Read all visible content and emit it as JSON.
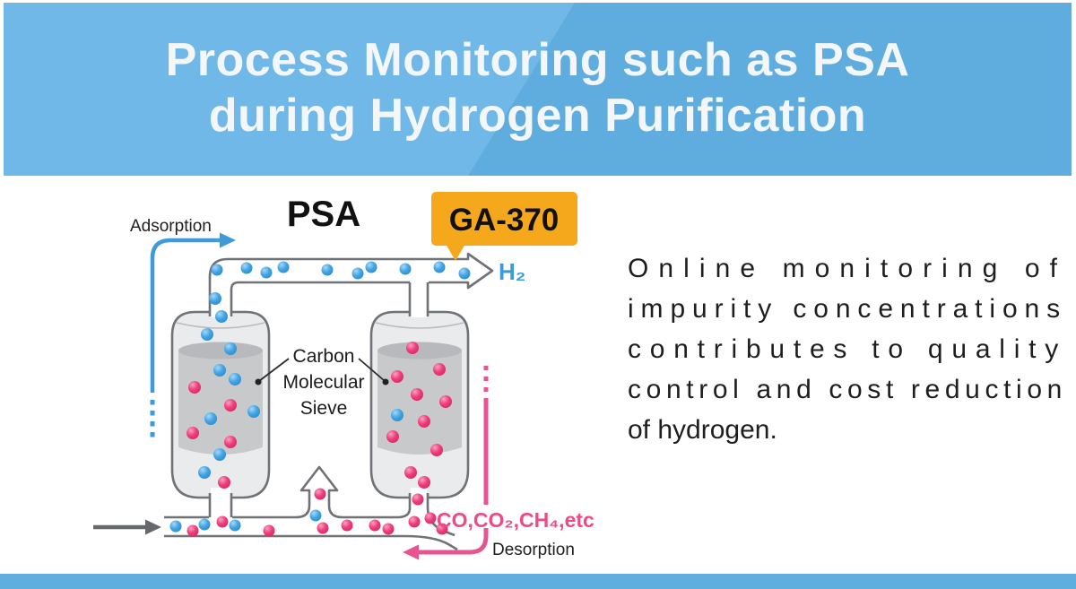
{
  "header": {
    "title_lines": [
      "Process Monitoring such as PSA",
      "during Hydrogen Purification"
    ]
  },
  "description": {
    "lines": [
      "Online monitoring of",
      "impurity concentrations",
      "contributes to quality",
      "control and cost reduction",
      "of hydrogen."
    ]
  },
  "diagram": {
    "process_label": "PSA",
    "adsorption_label": "Adsorption",
    "desorption_label": "Desorption",
    "analyzer_badge": "GA-370",
    "product_gas_label": "H₂",
    "sieve_label_lines": [
      "Carbon",
      "Molecular",
      "Sieve"
    ],
    "impurities_label": "CO,CO₂,CH₄,etc",
    "dots": {
      "pipe_top": {
        "r": 6.5,
        "points": [
          [
            242,
            301,
            "b"
          ],
          [
            275,
            299,
            "b"
          ],
          [
            297,
            304,
            "b"
          ],
          [
            316,
            298,
            "b"
          ],
          [
            365,
            301,
            "b"
          ],
          [
            399,
            305,
            "b"
          ],
          [
            414,
            298,
            "b"
          ],
          [
            452,
            300,
            "b"
          ],
          [
            490,
            298,
            "b"
          ],
          [
            518,
            305,
            "b"
          ]
        ]
      },
      "feed_down": {
        "r": 7,
        "points": [
          [
            240,
            333,
            "b"
          ],
          [
            247,
            353,
            "b"
          ]
        ]
      },
      "left_vessel": {
        "r": 7,
        "points": [
          [
            231,
            373,
            "b"
          ],
          [
            257,
            389,
            "b"
          ],
          [
            245,
            413,
            "b"
          ],
          [
            262,
            423,
            "b"
          ],
          [
            217,
            432,
            "p"
          ],
          [
            257,
            452,
            "p"
          ],
          [
            283,
            459,
            "b"
          ],
          [
            235,
            467,
            "b"
          ],
          [
            215,
            483,
            "p"
          ],
          [
            257,
            493,
            "p"
          ],
          [
            245,
            507,
            "b"
          ],
          [
            228,
            527,
            "b"
          ],
          [
            250,
            538,
            "p"
          ]
        ]
      },
      "right_vessel": {
        "r": 7,
        "points": [
          [
            460,
            388,
            "p"
          ],
          [
            443,
            420,
            "p"
          ],
          [
            490,
            412,
            "p"
          ],
          [
            465,
            440,
            "p"
          ],
          [
            497,
            448,
            "p"
          ],
          [
            443,
            463,
            "b"
          ],
          [
            473,
            470,
            "p"
          ],
          [
            438,
            487,
            "p"
          ],
          [
            487,
            502,
            "p"
          ],
          [
            458,
            527,
            "p"
          ],
          [
            473,
            538,
            "p"
          ]
        ]
      },
      "bottom_channel": {
        "r": 6.5,
        "points": [
          [
            196,
            587,
            "b"
          ],
          [
            215,
            592,
            "p"
          ],
          [
            228,
            585,
            "b"
          ],
          [
            248,
            582,
            "p"
          ],
          [
            262,
            586,
            "b"
          ],
          [
            300,
            592,
            "p"
          ],
          [
            352,
            575,
            "b"
          ],
          [
            357,
            551,
            "p"
          ],
          [
            360,
            589,
            "p"
          ],
          [
            387,
            586,
            "p"
          ],
          [
            418,
            586,
            "p"
          ],
          [
            433,
            590,
            "p"
          ],
          [
            462,
            582,
            "p"
          ]
        ]
      },
      "right_outlet": {
        "r": 6.5,
        "points": [
          [
            466,
            557,
            "p"
          ],
          [
            480,
            578,
            "p"
          ],
          [
            493,
            590,
            "p"
          ]
        ]
      }
    }
  },
  "colors": {
    "banner": "#5FACDF",
    "bannerLight": "#6FB8E7",
    "footer": "#60ADE0",
    "accentOrange": "#F6A81C",
    "blue": "#3E9AD8",
    "pink": "#E7548F",
    "pinkText": "#EE4B86",
    "pipe": "#6F7276",
    "vesselFill": "#EAEBEC",
    "bedFill": "#C7C9CB",
    "bedTop": "#B7B9BC",
    "grayArrow": "#66696B",
    "ink": "#1E1E1E"
  }
}
